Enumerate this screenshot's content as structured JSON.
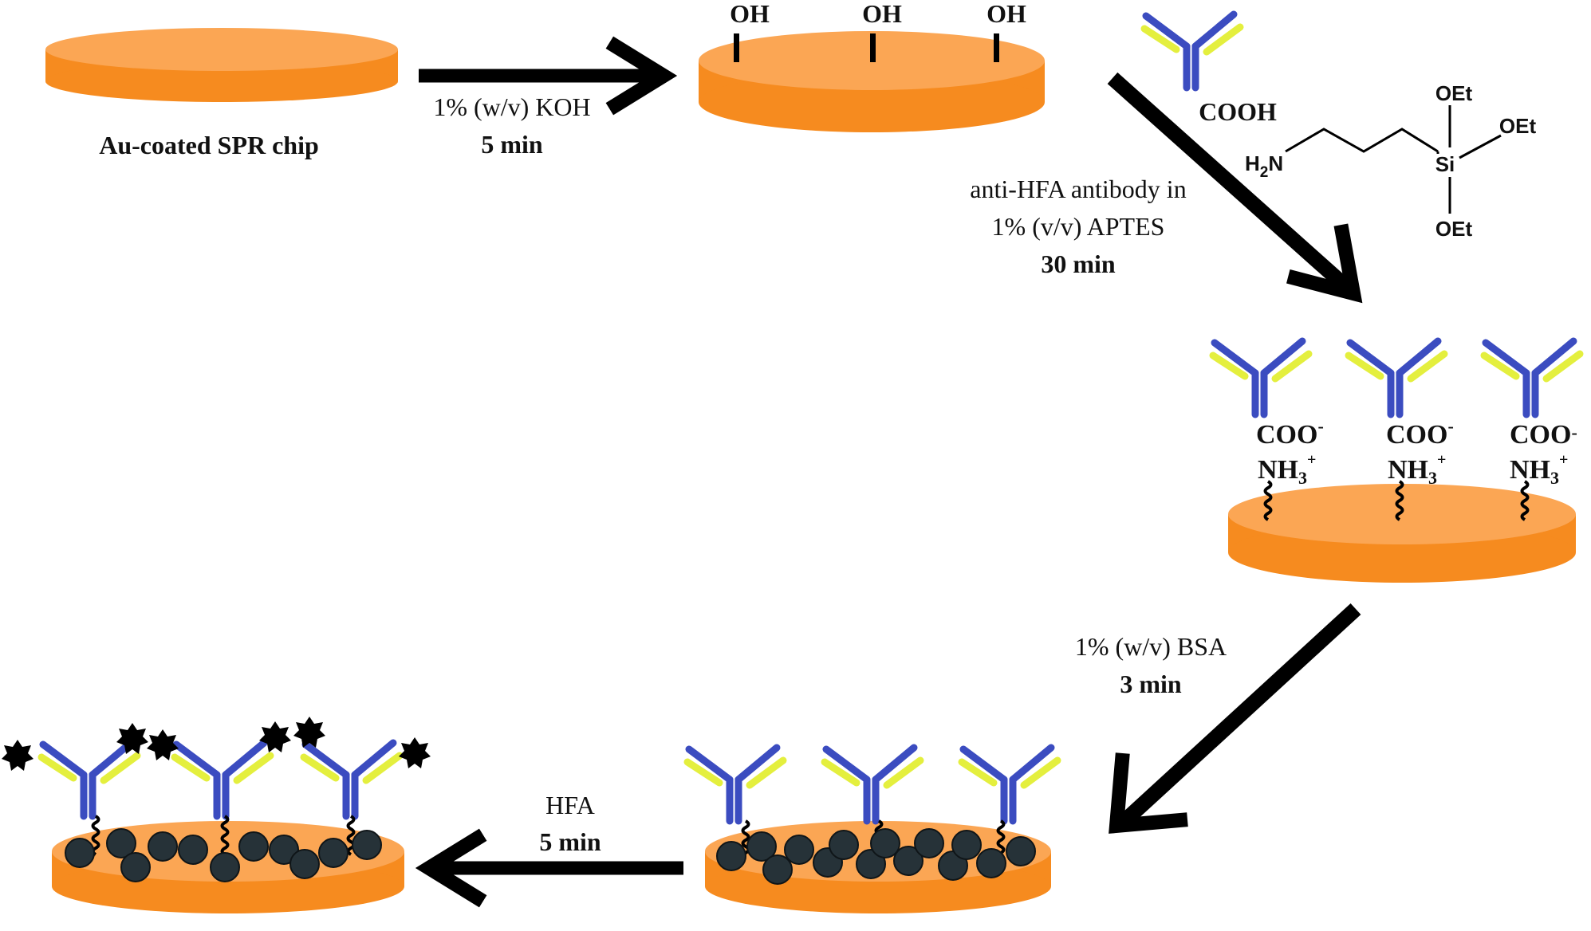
{
  "labels": {
    "chip": "Au-coated SPR chip",
    "step1_reagent": "1% (w/v) KOH",
    "step1_time": "5 min",
    "oh": "OH",
    "cooh": "COOH",
    "step2_reagent_line1": "anti-HFA antibody  in",
    "step2_reagent_line2": "1% (v/v) APTES",
    "step2_time": "30 min",
    "aptes": {
      "oet": "OEt",
      "si": "Si",
      "h2n_h": "H",
      "h2n_sub": "2",
      "h2n_n": "N"
    },
    "coo": "COO",
    "minus": "-",
    "nh3": "NH",
    "nh3_sub": "3",
    "plus": "+",
    "step3_reagent": "1% (w/v) BSA",
    "step3_time": "3 min",
    "step4_reagent": "HFA",
    "step4_time": "5 min"
  },
  "colors": {
    "chip_top": "#FBA654",
    "chip_side": "#F68B1F",
    "antibody_heavy": "#3B4CC0",
    "antibody_light": "#E4EF3E",
    "bsa": "#263238",
    "arrow": "#000000"
  }
}
